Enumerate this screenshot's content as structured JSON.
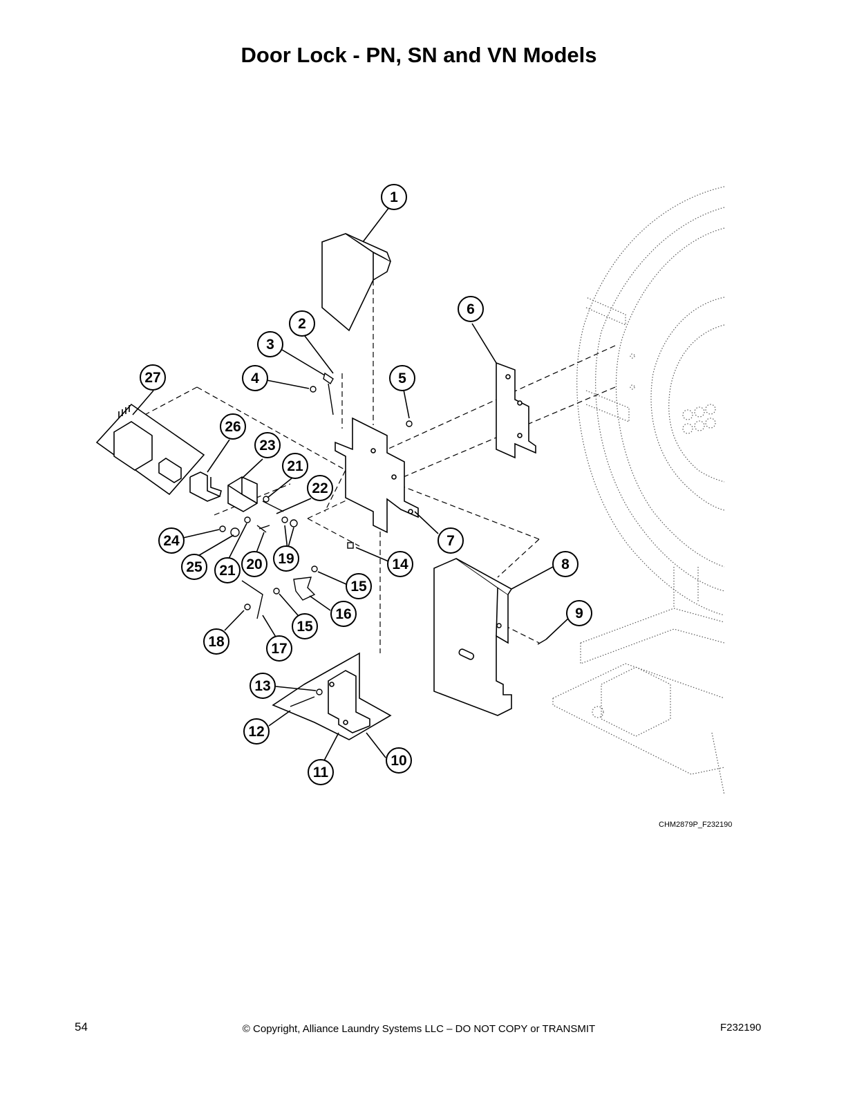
{
  "page": {
    "title": "Door Lock - PN, SN and VN Models",
    "figure_code": "CHM2879P_F232190",
    "footer": {
      "page_number": "54",
      "copyright": "© Copyright, Alliance Laundry Systems LLC – DO NOT COPY or TRANSMIT",
      "doc_code": "F232190"
    }
  },
  "callouts": [
    "1",
    "2",
    "3",
    "4",
    "5",
    "6",
    "7",
    "8",
    "9",
    "10",
    "11",
    "12",
    "13",
    "14",
    "15",
    "15",
    "16",
    "17",
    "18",
    "19",
    "20",
    "21",
    "21",
    "22",
    "23",
    "24",
    "25",
    "26",
    "27"
  ]
}
